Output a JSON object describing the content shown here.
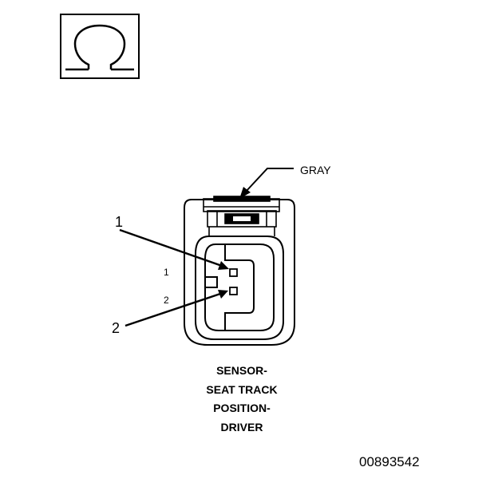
{
  "symbol": {
    "name": "ohm-symbol",
    "glyph": "Ω"
  },
  "connector": {
    "wire_color": "GRAY",
    "callouts": [
      "1",
      "2"
    ],
    "pins": [
      "1",
      "2"
    ],
    "name_lines": [
      "SENSOR-",
      "SEAT TRACK",
      "POSITION-",
      "DRIVER"
    ]
  },
  "figure_id": "00893542",
  "colors": {
    "ink": "#000000",
    "background": "#ffffff"
  }
}
